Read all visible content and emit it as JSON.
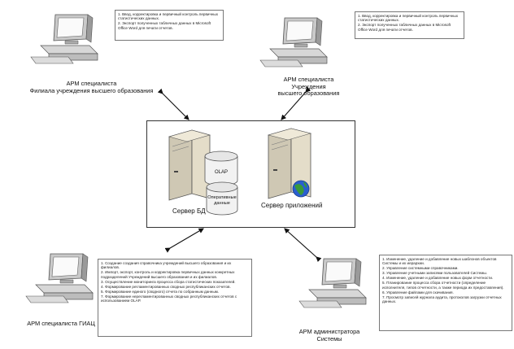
{
  "workstations": {
    "branch": {
      "label": "АРМ специалиста\nФилиала учреждения высшего образования",
      "notes": [
        "1. Ввод, корректировка и первичный контроль первичных статистических данных.",
        "2. Экспорт полученных табличных данных в Microsoft Office Word для печати отчетов."
      ]
    },
    "institution": {
      "label": "АРМ специалиста\nУчреждения\nвысшего образования",
      "notes": [
        "1. Ввод, корректировка и первичный контроль первичных статистических данных.",
        "2. Экспорт полученных табличных данных в Microsoft Office Word для печати отчетов."
      ]
    },
    "giac": {
      "label": "АРМ специалиста ГИАЦ",
      "notes": [
        "1. Создание создания справочника учреждений высшего образования и их филиалов.",
        "2. Импорт, экспорт, контроль и корректировка первичных данных конкретных подразделений Учреждений высшего образования и их филиалов.",
        "3. Осуществление мониторинга процесса сбора статистических показателей.",
        "4. Формирование регламентированных сводных республиканских отчетов.",
        "5. Формирование единого (сводного) отчета по собранным данным.",
        "7. Формирование нерегламентированных сводных республиканских отчетов с использованием OLAP."
      ]
    },
    "admin": {
      "label": "АРМ администратора\nСистемы",
      "notes": [
        "1. Изменение, удаление и добавление новых шаблонов объектов Системы и их иерархии.",
        "2. Управление системными справочниками.",
        "3. Управление учетными записями пользователей Системы.",
        "4. Изменение, удаление и добавление новых форм отчетности.",
        "5. Планирование процесса сбора отчетности (определение исполнителя, типов отчетности, а также периода их предоставления).",
        "6. Управление файлами для скачивания.",
        "7. Просмотр записей журнала аудита, протоколов загрузки отчетных данных."
      ]
    }
  },
  "servers": {
    "db_label": "Сервер БД",
    "app_label": "Сервер приложений",
    "olap_label": "OLAP",
    "operational_label": "Оперативные\nданные"
  },
  "colors": {
    "arrow": "#111111",
    "server_body": "#e4ddc9",
    "monitor_frame": "#bdbdbd",
    "globe": "#2a5fd0"
  }
}
